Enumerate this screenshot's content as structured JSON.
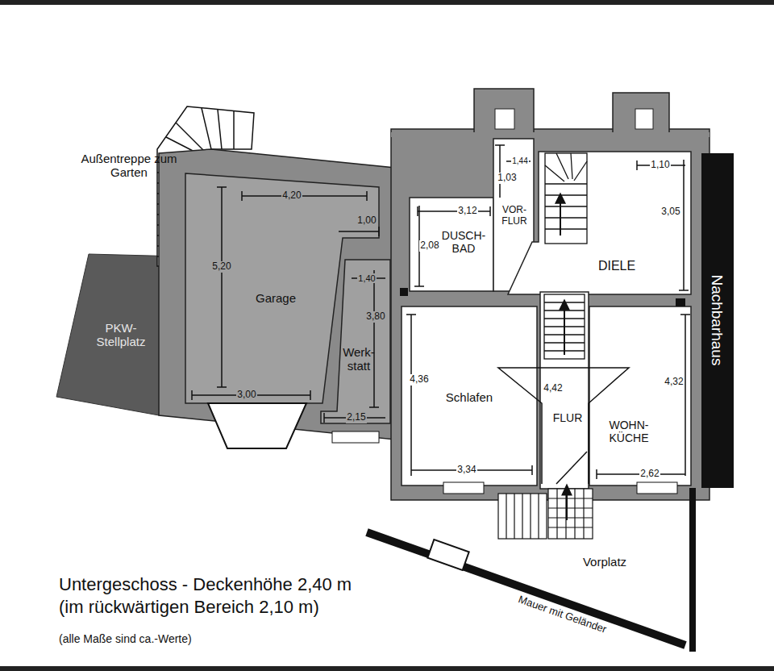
{
  "diagram": {
    "title": "Untergeschoss - Deckenhöhe 2,40 m",
    "caption": "(im rückwärtigen Bereich 2,10 m)",
    "nodes": [
      {
        "text": [
          "PKW- Stellplatz"
        ]
      },
      {
        "text": [
          "Garage"
        ]
      },
      {
        "text": [
          "Werk- statt"
        ]
      },
      {
        "text": [
          "DUSCH- BAD"
        ]
      },
      {
        "text": [
          "VOR- FLUR"
        ]
      },
      {
        "text": [
          "DIELE"
        ]
      },
      {
        "text": [
          "Schlafen"
        ]
      },
      {
        "text": [
          "FLUR"
        ]
      },
      {
        "text": [
          "WOHN- KÜCHE"
        ]
      },
      {
        "text": [
          "Nachbarhaus"
        ]
      }
    ],
    "labels": [
      "Außentreppe zum Garten",
      "4,20",
      "1,00",
      "5,20",
      "1,40",
      "3,80",
      "3,00",
      "2,15",
      "1,44",
      "1,03",
      "3,12",
      "2,08",
      "1,10",
      "3,05",
      "4,36",
      "4,42",
      "4,32",
      "3,34",
      "2,62",
      "Vorplatz",
      "Mauer mit Geländer",
      "(alle Maße sind ca.-Werte)"
    ]
  }
}
